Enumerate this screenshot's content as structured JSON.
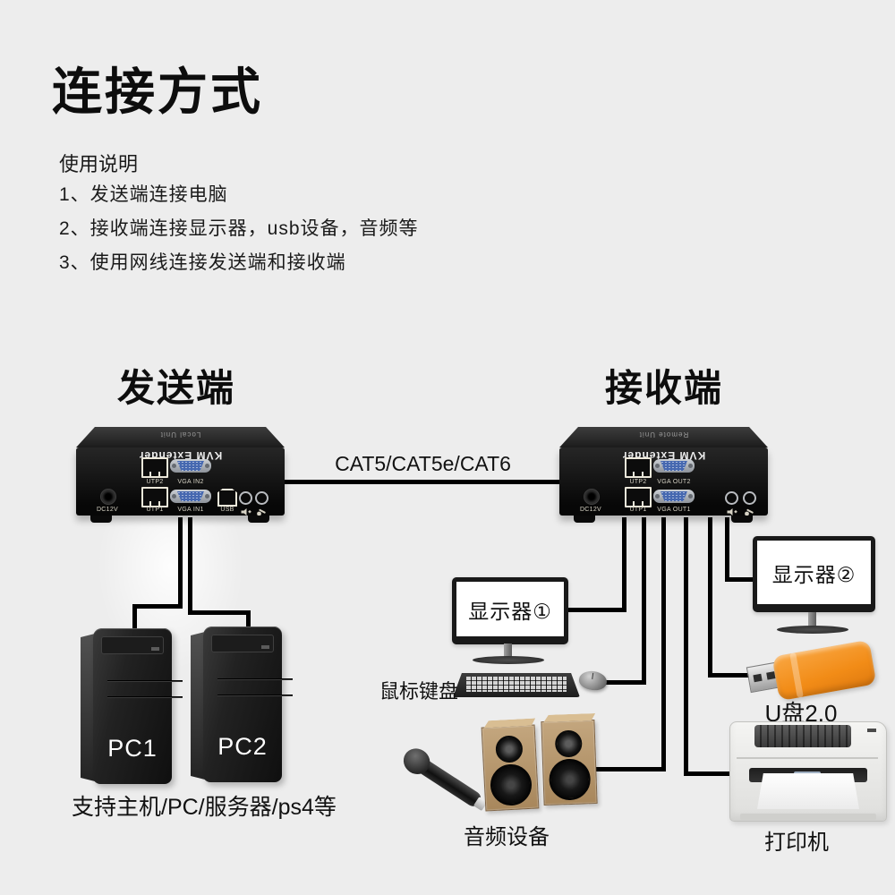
{
  "page": {
    "title": "连接方式"
  },
  "instructions": {
    "heading": "使用说明",
    "items": [
      "1、发送端连接电脑",
      "2、接收端连接显示器，usb设备，音频等",
      "3、使用网线连接发送端和接收端"
    ]
  },
  "sender": {
    "section_label": "发送端",
    "brand": "KVM Extender",
    "unit": "Local Unit",
    "ports_top": [
      {
        "label": "UTP2"
      },
      {
        "label": "VGA IN2"
      }
    ],
    "ports_bottom": [
      {
        "label": "DC12V"
      },
      {
        "label": "UTP1"
      },
      {
        "label": "VGA IN1"
      },
      {
        "label": "USB"
      }
    ]
  },
  "receiver": {
    "section_label": "接收端",
    "brand": "KVM Extender",
    "unit": "Remote Unit",
    "ports_top": [
      {
        "label": "UTP2"
      },
      {
        "label": "VGA OUT2"
      }
    ],
    "ports_bottom": [
      {
        "label": "DC12V"
      },
      {
        "label": "UTP1"
      },
      {
        "label": "VGA OUT1"
      }
    ]
  },
  "link": {
    "label": "CAT5/CAT5e/CAT6"
  },
  "peripherals": {
    "pc1": "PC1",
    "pc2": "PC2",
    "pc_caption": "支持主机/PC/服务器/ps4等",
    "monitor1": "显示器①",
    "monitor2": "显示器②",
    "keyboard_mouse": "鼠标键盘",
    "audio": "音频设备",
    "usb_drive": "U盘2.0",
    "printer": "打印机"
  },
  "colors": {
    "background": "#ededed",
    "device_body": "#161616",
    "cable": "#000000",
    "vga_blue": "#4668b0",
    "rj45_outline": "#ece8da",
    "usb_orange": "#f28c17",
    "speaker_wood": "#b08f66",
    "text": "#1a1a1a"
  }
}
